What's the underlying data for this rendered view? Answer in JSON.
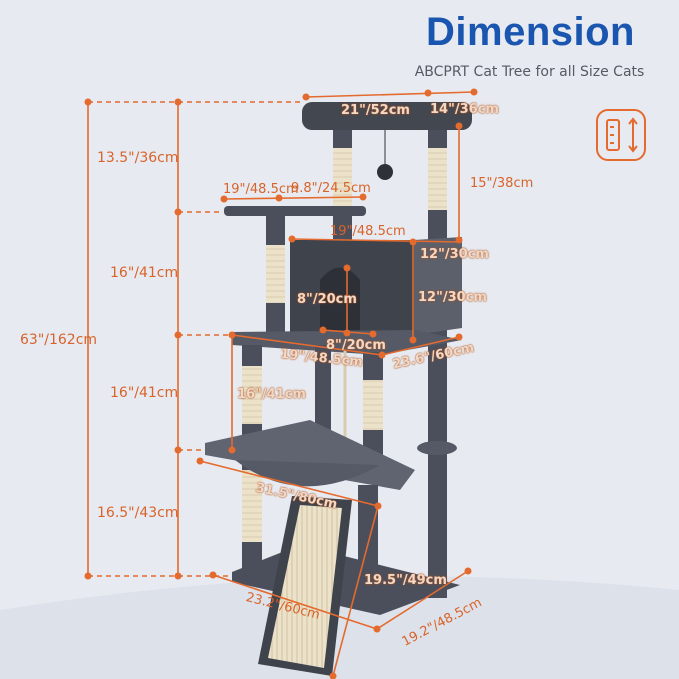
{
  "header": {
    "title": "Dimension",
    "subtitle": "ABCPRT Cat Tree for all Size Cats"
  },
  "icon": "height-measure-icon",
  "colors": {
    "title": "#1a56b0",
    "dimension": "#e46a2e",
    "tree": "#4b4f5b",
    "sisal": "#ece2c9",
    "background": "#e7ebf1"
  },
  "labels": {
    "total_height": "63\"/162cm",
    "top_section": "13.5\"/36cm",
    "upper_section": "16\"/41cm",
    "middle_section": "16\"/41cm",
    "lower_section": "16.5\"/43cm",
    "top_perch_length": "21\"/52cm",
    "top_perch_width": "14\"/36cm",
    "top_post_height": "15\"/38cm",
    "small_perch_length": "19\"/48.5cm",
    "small_perch_width": "9.8\"/24.5cm",
    "condo_length": "19\"/48.5cm",
    "condo_width": "12\"/30cm",
    "condo_height": "12\"/30cm",
    "door_height": "8\"/20cm",
    "door_width": "8\"/20cm",
    "platform_length": "19\"/48.5cm",
    "platform_width": "23.6\"/60cm",
    "post_height": "16\"/41cm",
    "hammock_length": "31.5\"/80cm",
    "ramp_length": "19.5\"/49cm",
    "base_length": "23.2\"/60cm",
    "base_width": "19.2\"/48.5cm"
  }
}
